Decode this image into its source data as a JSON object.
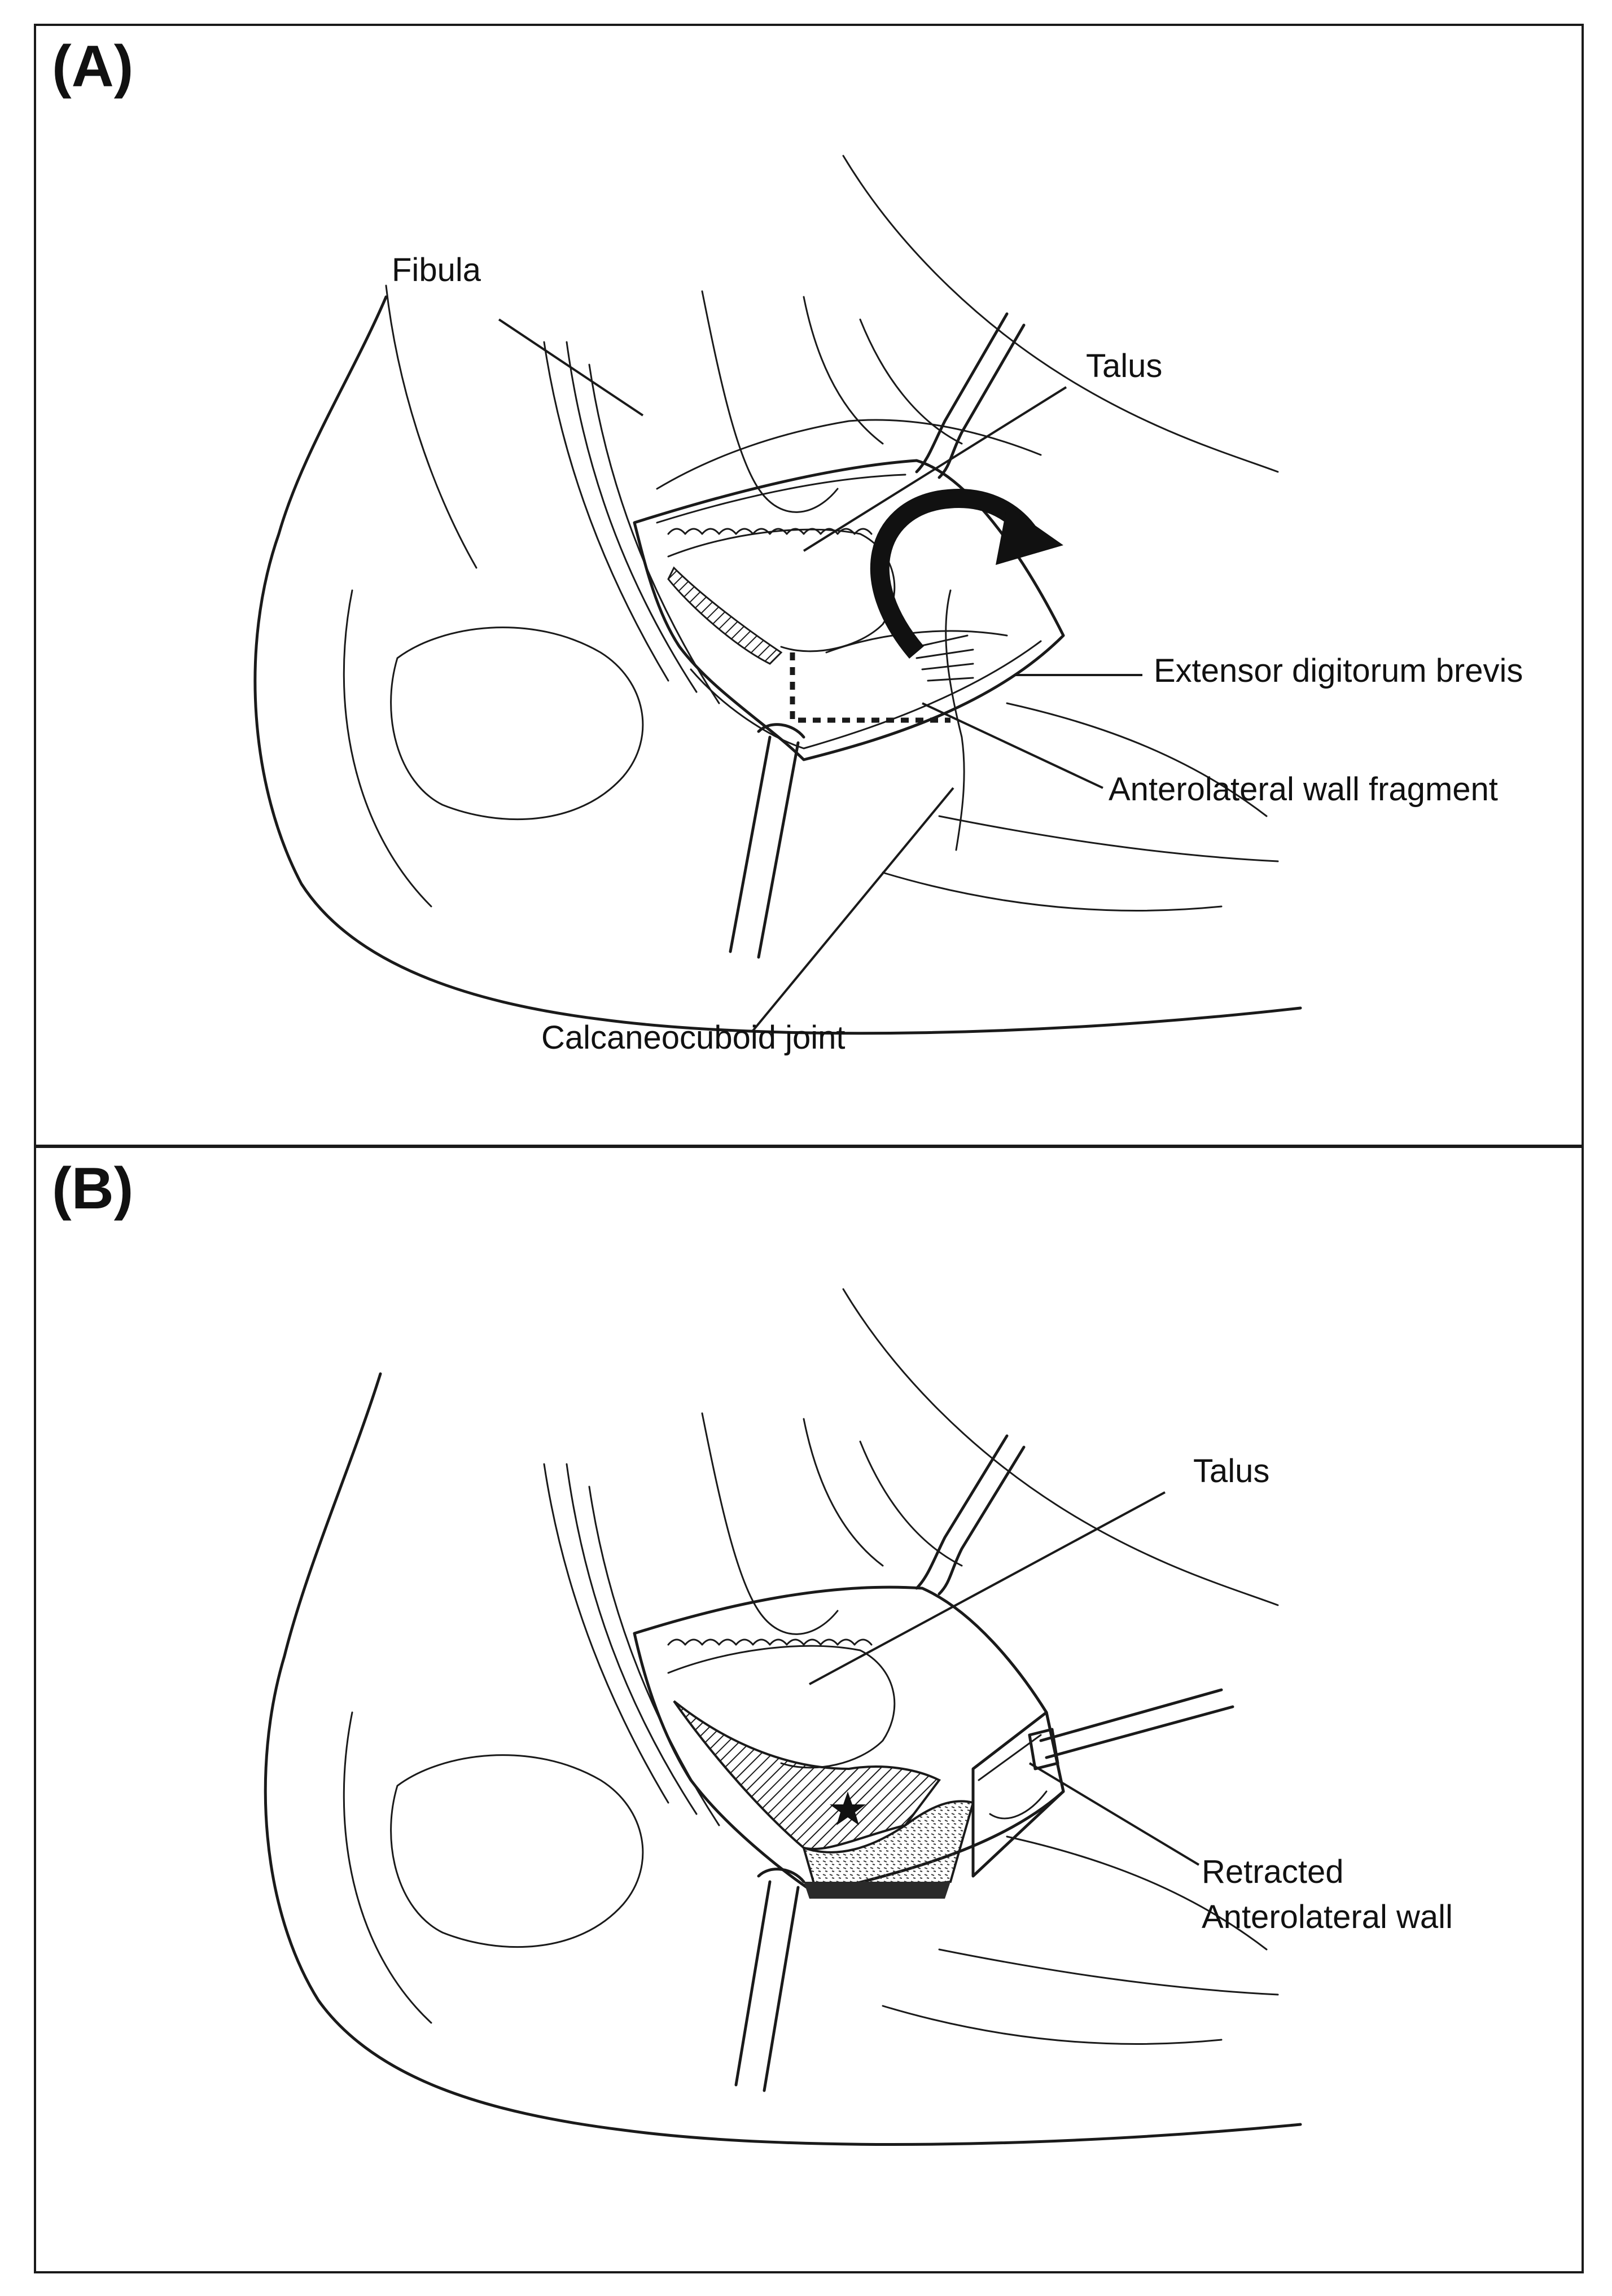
{
  "panels": [
    {
      "letter": "(A)",
      "labels": {
        "fibula": "Fibula",
        "talus": "Talus",
        "edb": "Extensor digitorum brevis",
        "alw_fragment": "Anterolateral wall fragment",
        "cc_joint": "Calcaneocuboid joint"
      }
    },
    {
      "letter": "(B)",
      "labels": {
        "talus": "Talus",
        "retracted_1": "Retracted",
        "retracted_2": "Anterolateral wall"
      }
    }
  ],
  "colors": {
    "ink": "#1a1a1a",
    "background": "#ffffff"
  }
}
